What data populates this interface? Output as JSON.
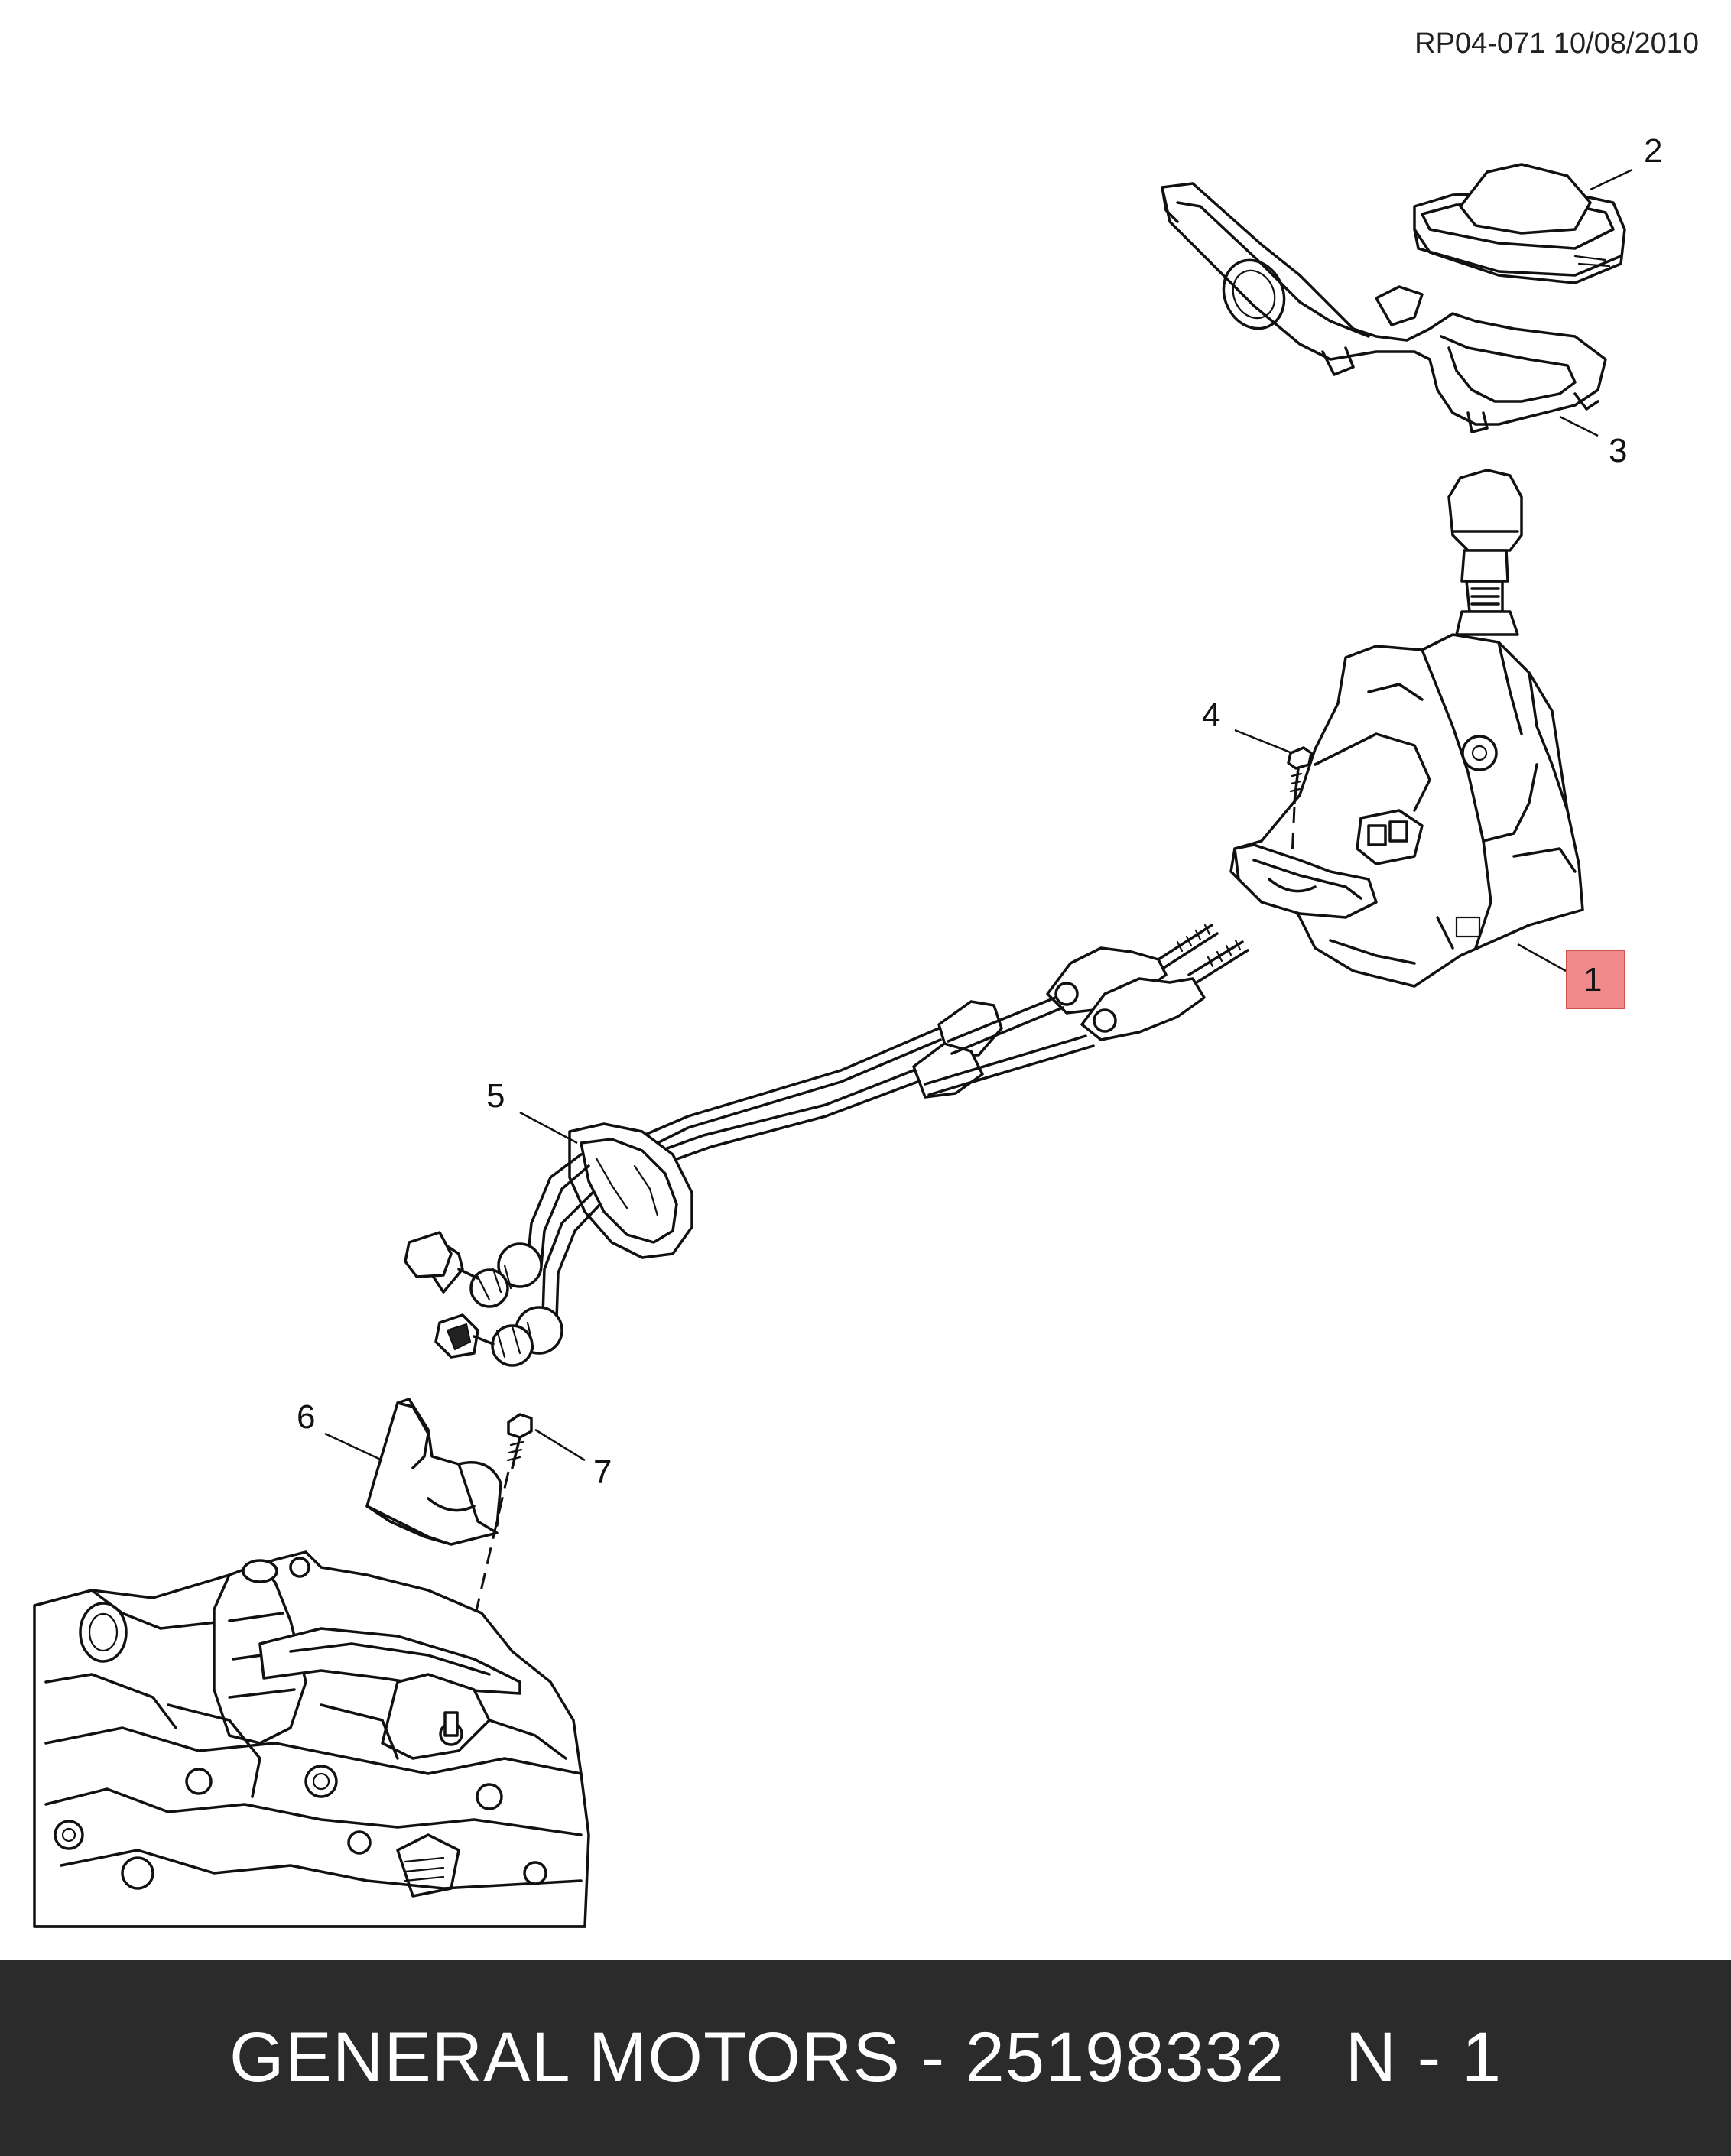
{
  "header": {
    "ref": "RP04-071 10/08/2010"
  },
  "callouts": [
    {
      "id": "1",
      "highlighted": true
    },
    {
      "id": "2",
      "highlighted": false
    },
    {
      "id": "3",
      "highlighted": false
    },
    {
      "id": "4",
      "highlighted": false
    },
    {
      "id": "5",
      "highlighted": false
    },
    {
      "id": "6",
      "highlighted": false
    },
    {
      "id": "7",
      "highlighted": false
    }
  ],
  "highlight_color": "#f08a8a",
  "footer": {
    "text": "GENERAL MOTORS - 25198332   N - 1",
    "background": "#2b2b2b",
    "color": "#ffffff"
  }
}
